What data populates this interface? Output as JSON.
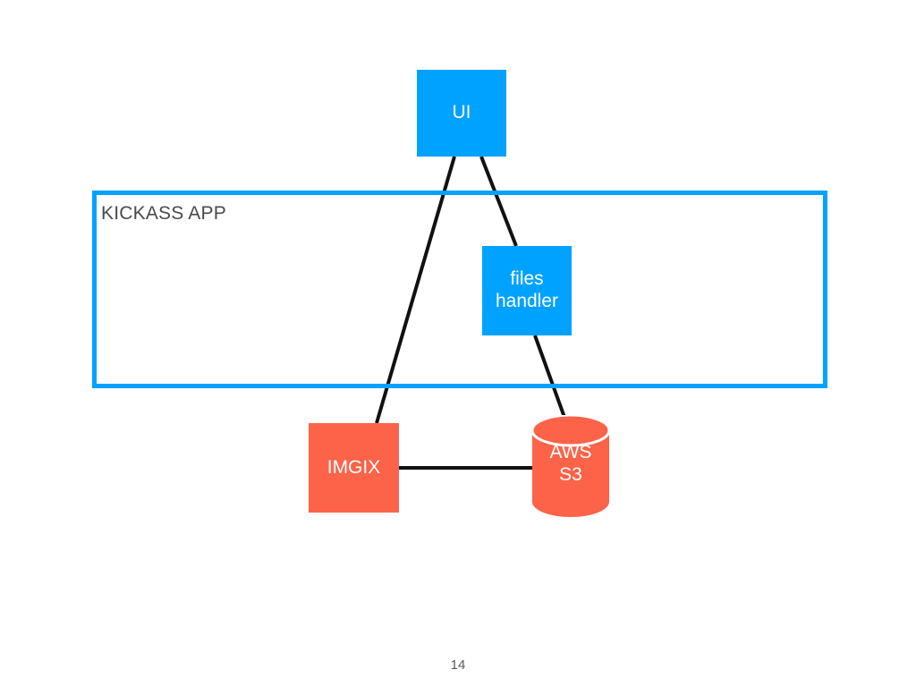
{
  "slide": {
    "background_color": "#ffffff",
    "page_number": "14"
  },
  "palette": {
    "blue": "#00a2ff",
    "salmon": "#fc6349",
    "edge": "#111111",
    "label_gray": "#4a4a4a"
  },
  "group": {
    "name": "kickass-app",
    "label": "KICKASS APP",
    "border_color": "#00a2ff"
  },
  "nodes": [
    {
      "id": "ui",
      "label": "UI",
      "shape": "rect",
      "color": "#00a2ff"
    },
    {
      "id": "files-handler",
      "label": "files\nhandler",
      "shape": "rect",
      "color": "#00a2ff"
    },
    {
      "id": "imgix",
      "label": "IMGIX",
      "shape": "rect",
      "color": "#fc6349"
    },
    {
      "id": "aws-s3",
      "label": "AWS\nS3",
      "shape": "cylinder",
      "color": "#fc6349"
    }
  ],
  "edges": [
    {
      "id": "ui-to-imgix",
      "from": "ui",
      "to": "imgix"
    },
    {
      "id": "ui-to-files-handler",
      "from": "ui",
      "to": "files-handler"
    },
    {
      "id": "files-handler-to-aws-s3",
      "from": "files-handler",
      "to": "aws-s3"
    },
    {
      "id": "imgix-to-aws-s3",
      "from": "imgix",
      "to": "aws-s3"
    }
  ]
}
